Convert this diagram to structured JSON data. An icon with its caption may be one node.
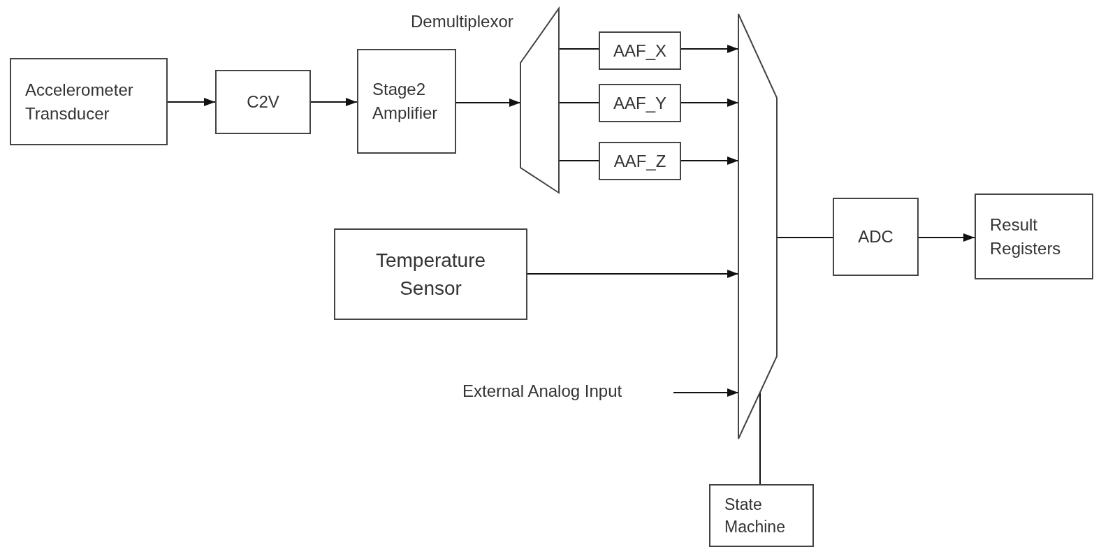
{
  "diagram": {
    "nodes": [
      {
        "text": [
          "Accelerometer Transducer"
        ]
      },
      {
        "text": [
          "C2V"
        ]
      },
      {
        "text": [
          "Stage2 Amplifier"
        ]
      },
      {
        "text": [
          "Demultiplexor"
        ]
      },
      {
        "text": [
          "AAF_X"
        ]
      },
      {
        "text": [
          "AAF_Y"
        ]
      },
      {
        "text": [
          "AAF_Z"
        ]
      },
      {
        "text": [
          "Temperature Sensor"
        ]
      },
      {
        "text": [
          "External Analog Input"
        ]
      },
      {
        "text": [],
        "shape": "trapezoid"
      },
      {
        "text": [
          "ADC"
        ]
      },
      {
        "text": [
          "Result Registers"
        ]
      },
      {
        "text": [
          "State Machine"
        ]
      }
    ],
    "edges": [
      {
        "from": 0,
        "to": 1,
        "arrow": "to"
      },
      {
        "from": 1,
        "to": 2,
        "arrow": "to"
      },
      {
        "from": 2,
        "to": 3,
        "arrow": "to"
      },
      {
        "from": 3,
        "to": 4,
        "arrow": "none"
      },
      {
        "from": 3,
        "to": 5,
        "arrow": "none"
      },
      {
        "from": 3,
        "to": 6,
        "arrow": "none"
      },
      {
        "from": 4,
        "to": 9,
        "arrow": "to"
      },
      {
        "from": 5,
        "to": 9,
        "arrow": "to"
      },
      {
        "from": 6,
        "to": 9,
        "arrow": "to"
      },
      {
        "from": 7,
        "to": 9,
        "arrow": "to"
      },
      {
        "from": 8,
        "to": 9,
        "arrow": "to"
      },
      {
        "from": 9,
        "to": 10,
        "arrow": "none"
      },
      {
        "from": 10,
        "to": 11,
        "arrow": "to"
      },
      {
        "from": 12,
        "to": 9,
        "arrow": "none"
      }
    ]
  }
}
